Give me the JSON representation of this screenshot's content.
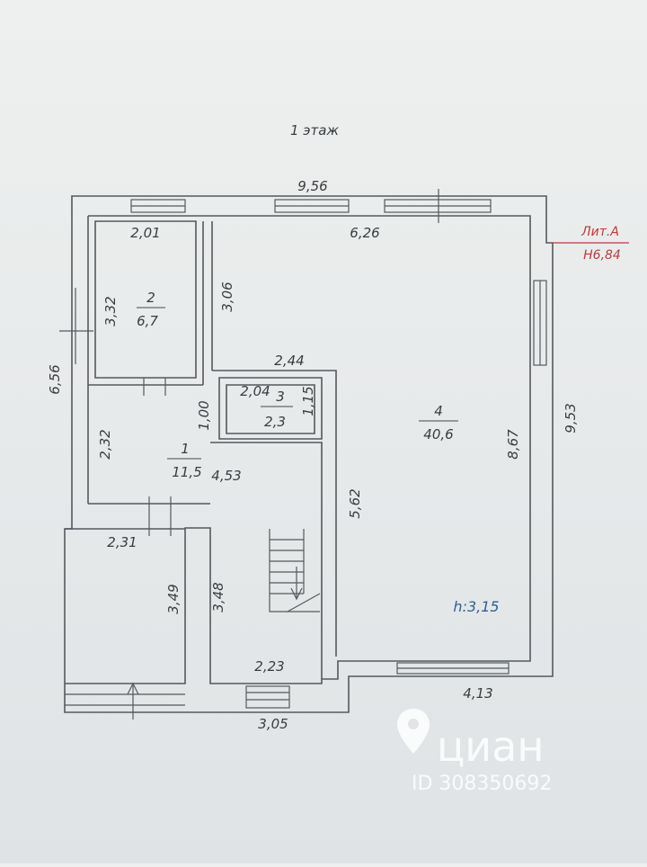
{
  "plan": {
    "title": "1 этаж",
    "overall": {
      "top_width": "9,56",
      "left_height": "6,56",
      "right_height": "9,53",
      "bottom_right": "4,13",
      "bottom_left": "3,05"
    },
    "litera": {
      "name": "Лит.А",
      "height": "Н6,84"
    },
    "ceiling_height": "h:3,15",
    "rooms": [
      {
        "number": "1",
        "area": "11,5"
      },
      {
        "number": "2",
        "area": "6,7"
      },
      {
        "number": "3",
        "area": "2,3"
      },
      {
        "number": "4",
        "area": "40,6"
      }
    ],
    "dims": {
      "d201": "2,01",
      "d626": "6,26",
      "d332": "3,32",
      "d306": "3,06",
      "d244": "2,44",
      "d204": "2,04",
      "d115": "1,15",
      "d100": "1,00",
      "d232": "2,32",
      "d453": "4,53",
      "d562": "5,62",
      "d867": "8,67",
      "d231": "2,31",
      "d349": "3,49",
      "d348": "3,48",
      "d223": "2,23"
    }
  },
  "watermark": {
    "brand": "циан",
    "id": "ID 308350692"
  }
}
